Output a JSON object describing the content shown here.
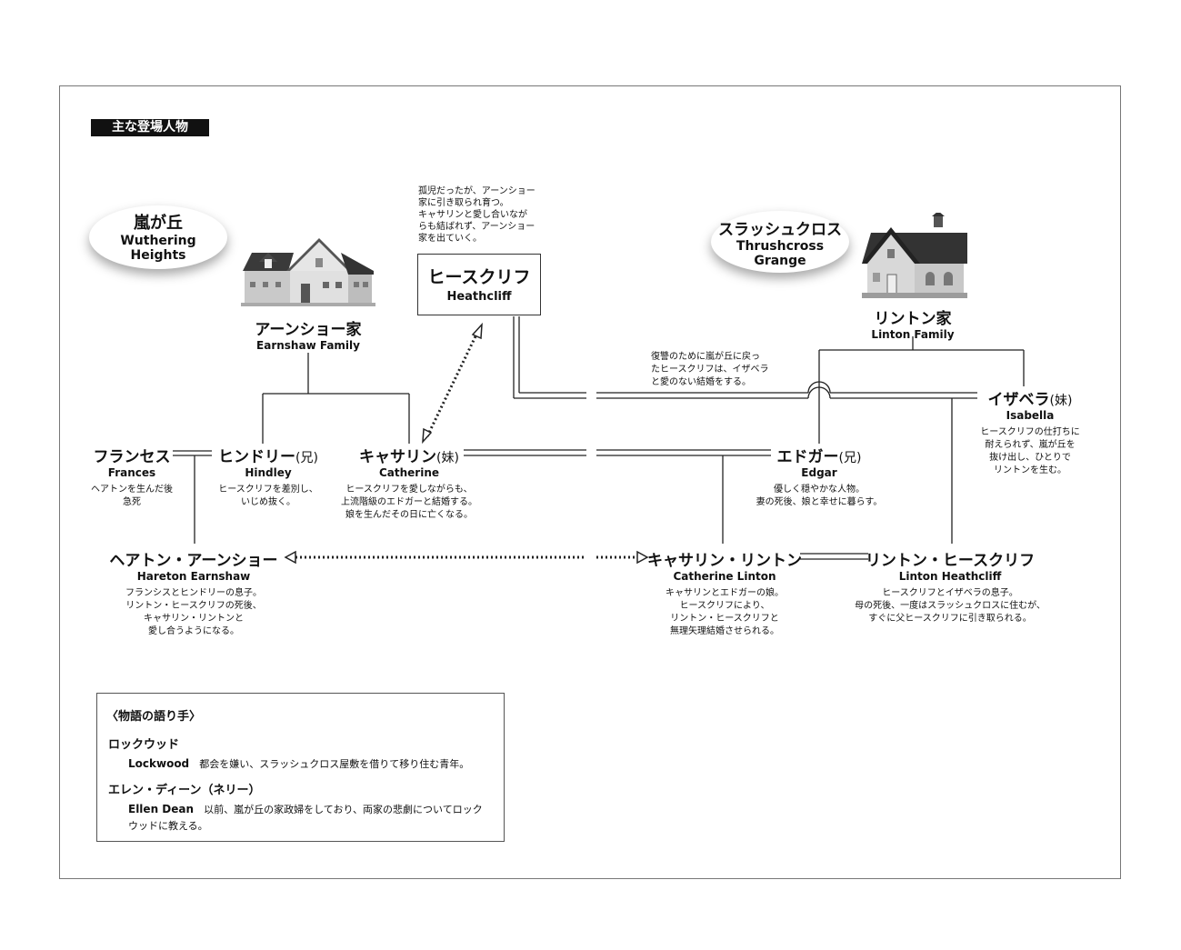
{
  "header": {
    "title": "主な登場人物"
  },
  "places": {
    "wuthering": {
      "jp": "嵐が丘",
      "en1": "Wuthering",
      "en2": "Heights"
    },
    "thrushcross": {
      "jp": "スラッシュクロス",
      "en1": "Thrushcross",
      "en2": "Grange"
    }
  },
  "families": {
    "earnshaw": {
      "jp": "アーンショー家",
      "en": "Earnshaw Family"
    },
    "linton": {
      "jp": "リントン家",
      "en": "Linton Family"
    }
  },
  "characters": {
    "heathcliff": {
      "jp": "ヒースクリフ",
      "en": "Heathcliff",
      "desc": "孤児だったが、アーンショー\n家に引き取られ育つ。\nキャサリンと愛し合いなが\nらも結ばれず、アーンショー\n家を出ていく。"
    },
    "frances": {
      "jp": "フランセス",
      "en": "Frances",
      "desc": "ヘアトンを生んだ後\n急死"
    },
    "hindley": {
      "jp": "ヒンドリー",
      "suffix": "(兄)",
      "en": "Hindley",
      "desc": "ヒースクリフを差別し、\nいじめ抜く。"
    },
    "catherine": {
      "jp": "キャサリン",
      "suffix": "(妹)",
      "en": "Catherine",
      "desc": "ヒースクリフを愛しながらも、\n上流階級のエドガーと結婚する。\n娘を生んだその日に亡くなる。"
    },
    "edgar": {
      "jp": "エドガー",
      "suffix": "(兄)",
      "en": "Edgar",
      "desc": "優しく穏やかな人物。\n妻の死後、娘と幸せに暮らす。"
    },
    "isabella": {
      "jp": "イザベラ",
      "suffix": "(妹)",
      "en": "Isabella",
      "desc": "ヒースクリフの仕打ちに\n耐えられず、嵐が丘を\n抜け出し、ひとりで\nリントンを生む。"
    },
    "hareton": {
      "jp": "ヘアトン・アーンショー",
      "en": "Hareton Earnshaw",
      "desc": "フランシスとヒンドリーの息子。\nリントン・ヒースクリフの死後、\nキャサリン・リントンと\n愛し合うようになる。"
    },
    "catherine_linton": {
      "jp": "キャサリン・リントン",
      "en": "Catherine Linton",
      "desc": "キャサリンとエドガーの娘。\nヒースクリフにより、\nリントン・ヒースクリフと\n無理矢理結婚させられる。"
    },
    "linton_heathcliff": {
      "jp": "リントン・ヒースクリフ",
      "en": "Linton Heathcliff",
      "desc": "ヒースクリフとイザベラの息子。\n母の死後、一度はスラッシュクロスに住むが、\nすぐに父ヒースクリフに引き取られる。"
    }
  },
  "annotations": {
    "revenge": "復讐のために嵐が丘に戻っ\nたヒースクリフは、イザベラ\nと愛のない結婚をする。"
  },
  "narrators": {
    "heading": "〈物語の語り手〉",
    "lockwood": {
      "jp": "ロックウッド",
      "en": "Lockwood",
      "desc": "都会を嫌い、スラッシュクロス屋敷を借りて移り住む青年。"
    },
    "ellen": {
      "jp": "エレン・ディーン（ネリー）",
      "en": "Ellen Dean",
      "desc1": "以前、嵐が丘の家政婦をしており、両家の悲劇についてロック",
      "desc2": "ウッドに教える。"
    }
  },
  "icons": {
    "earnshaw_house": "farmhouse-icon",
    "linton_house": "house-icon"
  },
  "colors": {
    "ink": "#111111",
    "frame": "#777777"
  }
}
